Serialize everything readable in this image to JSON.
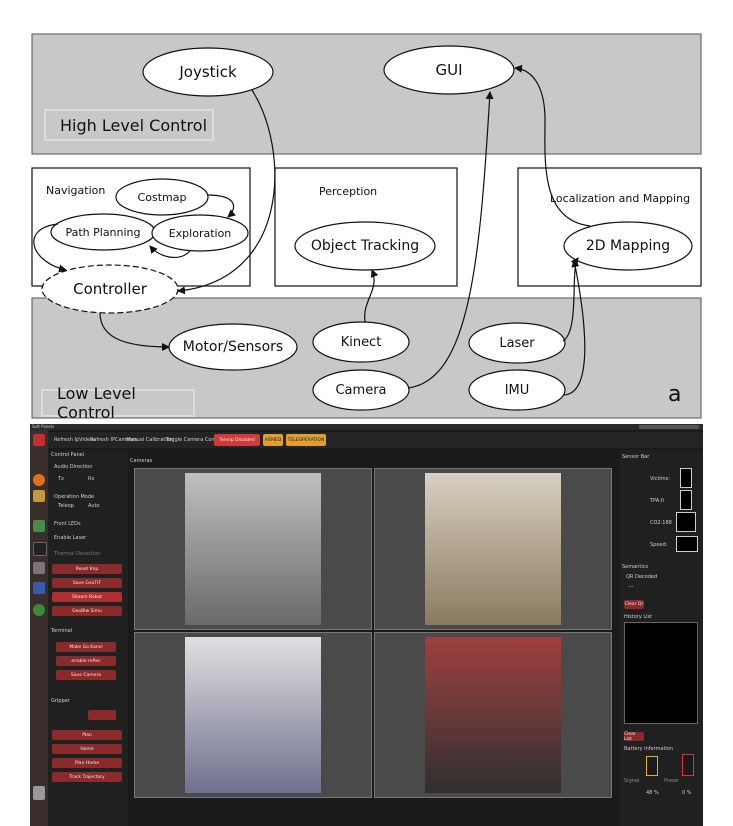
{
  "diagram": {
    "regions": {
      "high": "High Level Control",
      "low": "Low Level Control",
      "navigation": "Navigation",
      "perception": "Perception",
      "localization": "Localization and Mapping"
    },
    "nodes": {
      "joystick": "Joystick",
      "gui": "GUI",
      "costmap": "Costmap",
      "path_planning": "Path Planning",
      "exploration": "Exploration",
      "controller": "Controller",
      "object_tracking": "Object Tracking",
      "mapping": "2D Mapping",
      "motor_sensors": "Motor/Sensors",
      "kinect": "Kinect",
      "laser": "Laser",
      "camera": "Camera",
      "imu": "IMU"
    },
    "panel_letter": "a"
  },
  "gui": {
    "window_title": "Soft Panels",
    "toolbar": {
      "refresh_ip_videos": "Refresh IpVideos",
      "refresh_ip_cameras": "Refresh IPCameras",
      "manual_calibration": "Manual Calibration",
      "toggle_camera_controls": "Toggle Camera Controls",
      "teleop_disabled": "Teleop Disabled",
      "armed": "ARMED",
      "teleoperation": "TELEOPERATION"
    },
    "control_panel": {
      "title": "Control Panel",
      "audio_direction": "Audio Direction",
      "tx": "Tx",
      "rx": "Rx",
      "operation_mode": "Operation Mode",
      "teleop": "Teleop",
      "auto": "Auto",
      "front_leds": "Front LEDs",
      "enable_laser": "Enable Laser",
      "thermal_detection": "Thermal Detection",
      "buttons": [
        "Reset Imp",
        "Save GeoTIF",
        "Shoam Robot",
        "GeoBlw Simu"
      ]
    },
    "terminal": {
      "title": "Terminal",
      "buttons": [
        "Make Go Kanvl",
        "enable reflec",
        "Save Camera"
      ]
    },
    "gripper": {
      "title": "Gripper",
      "buttons": [
        "Plan",
        "Home",
        "Plan Home",
        "Track Trajectory"
      ]
    },
    "camera_label": "Cameras",
    "sensors": {
      "title": "Sensor Bar",
      "victims": "Victims:",
      "tpa": "TPA:0",
      "co2": "CO2:188",
      "speed": "Speed:",
      "semantics": "Semantics",
      "qr_decoded": "QR Decoded",
      "qr_value": "---",
      "clear_qr": "Clear Qr",
      "history_list": "History List",
      "clear_list": "Clear List",
      "battery_info": "Battery Information",
      "signal": "Signal",
      "power": "Power",
      "signal_pct": "48 %",
      "power_pct": "0 %"
    }
  }
}
